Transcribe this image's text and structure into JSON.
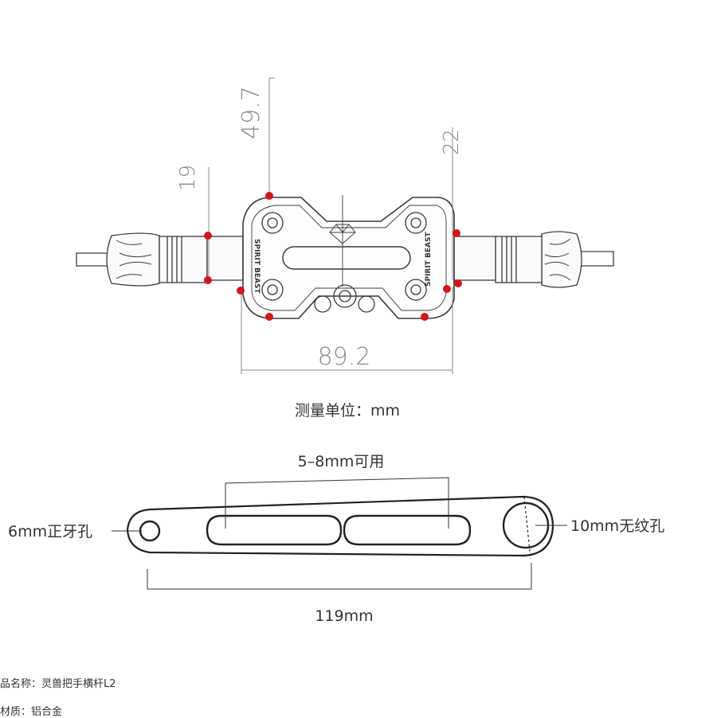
{
  "dims": {
    "height_main": "49.7",
    "height_left": "19",
    "height_right": "22",
    "width": "89.2"
  },
  "unit_note": "测量单位：mm",
  "brand_mark": "SPIRIT BEAST",
  "bar": {
    "slot_range": "5–8mm可用",
    "left_hole": "6mm正牙孔",
    "right_hole": "10mm无纹孔",
    "length": "119mm"
  },
  "product": {
    "name_line": "品名称：灵兽把手横杆L2",
    "material_line": "材质：铝合金"
  },
  "colors": {
    "marker": "#d0161b",
    "dim_line": "#8a8a8a",
    "drawing_line": "#3a3a3a"
  }
}
